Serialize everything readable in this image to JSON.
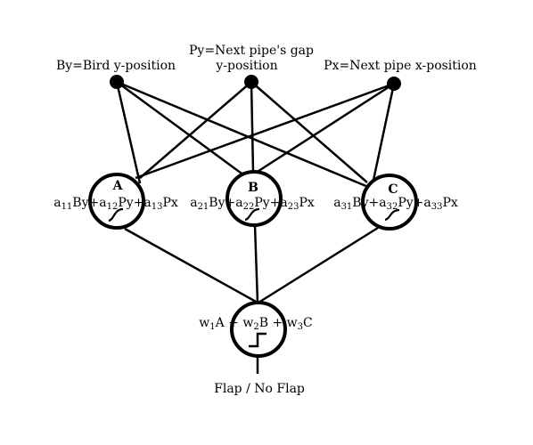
{
  "inputs": {
    "bird_y": {
      "label": "By=Bird y-position"
    },
    "pipe_gap_y": {
      "label_line1": "Py=Next pipe's gap",
      "label_line2": "y-position"
    },
    "pipe_x": {
      "label": "Px=Next pipe x-position"
    }
  },
  "hidden": {
    "a": {
      "name": "A",
      "f_pre": "a",
      "f_s1": "11",
      "f_t1": "By+a",
      "f_s2": "12",
      "f_t2": "Py+a",
      "f_s3": "13",
      "f_t3": "Px",
      "activation": "sigmoid-icon"
    },
    "b": {
      "name": "B",
      "f_pre": "a",
      "f_s1": "21",
      "f_t1": "By+a",
      "f_s2": "22",
      "f_t2": "Py+a",
      "f_s3": "23",
      "f_t3": "Px",
      "activation": "sigmoid-icon"
    },
    "c": {
      "name": "C",
      "f_pre": "a",
      "f_s1": "31",
      "f_t1": "By+a",
      "f_s2": "32",
      "f_t2": "Py+a",
      "f_s3": "33",
      "f_t3": "Px",
      "activation": "sigmoid-icon"
    }
  },
  "output": {
    "f_pre": "w",
    "f_s1": "1",
    "f_t1": "A + w",
    "f_s2": "2",
    "f_t2": "B + w",
    "f_s3": "3",
    "f_t3": "C",
    "activation": "step-icon",
    "label": "Flap / No Flap"
  }
}
